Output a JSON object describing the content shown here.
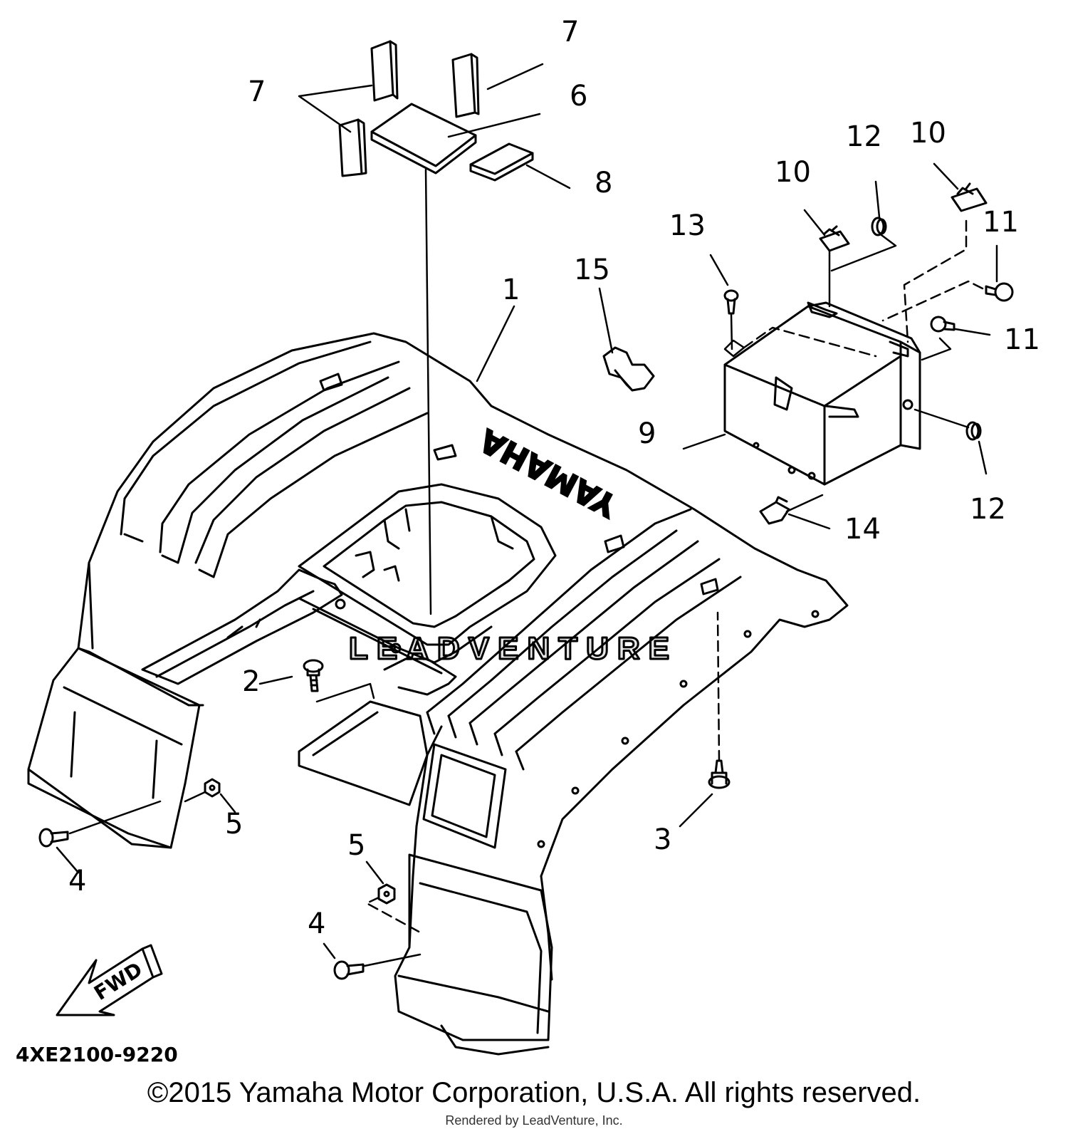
{
  "diagram": {
    "part_code": "4XE2100-9220",
    "fwd_label": "FWD",
    "fender_brand": "YAMAHA",
    "watermark": "LEADVENTURE",
    "callouts": [
      "1",
      "2",
      "3",
      "4",
      "4",
      "5",
      "5",
      "6",
      "7",
      "7",
      "8",
      "9",
      "10",
      "10",
      "11",
      "11",
      "12",
      "12",
      "13",
      "14",
      "15"
    ]
  },
  "footer": {
    "copyright": "©2015 Yamaha Motor Corporation, U.S.A. All rights reserved.",
    "render_credit": "Rendered by LeadVenture, Inc."
  }
}
